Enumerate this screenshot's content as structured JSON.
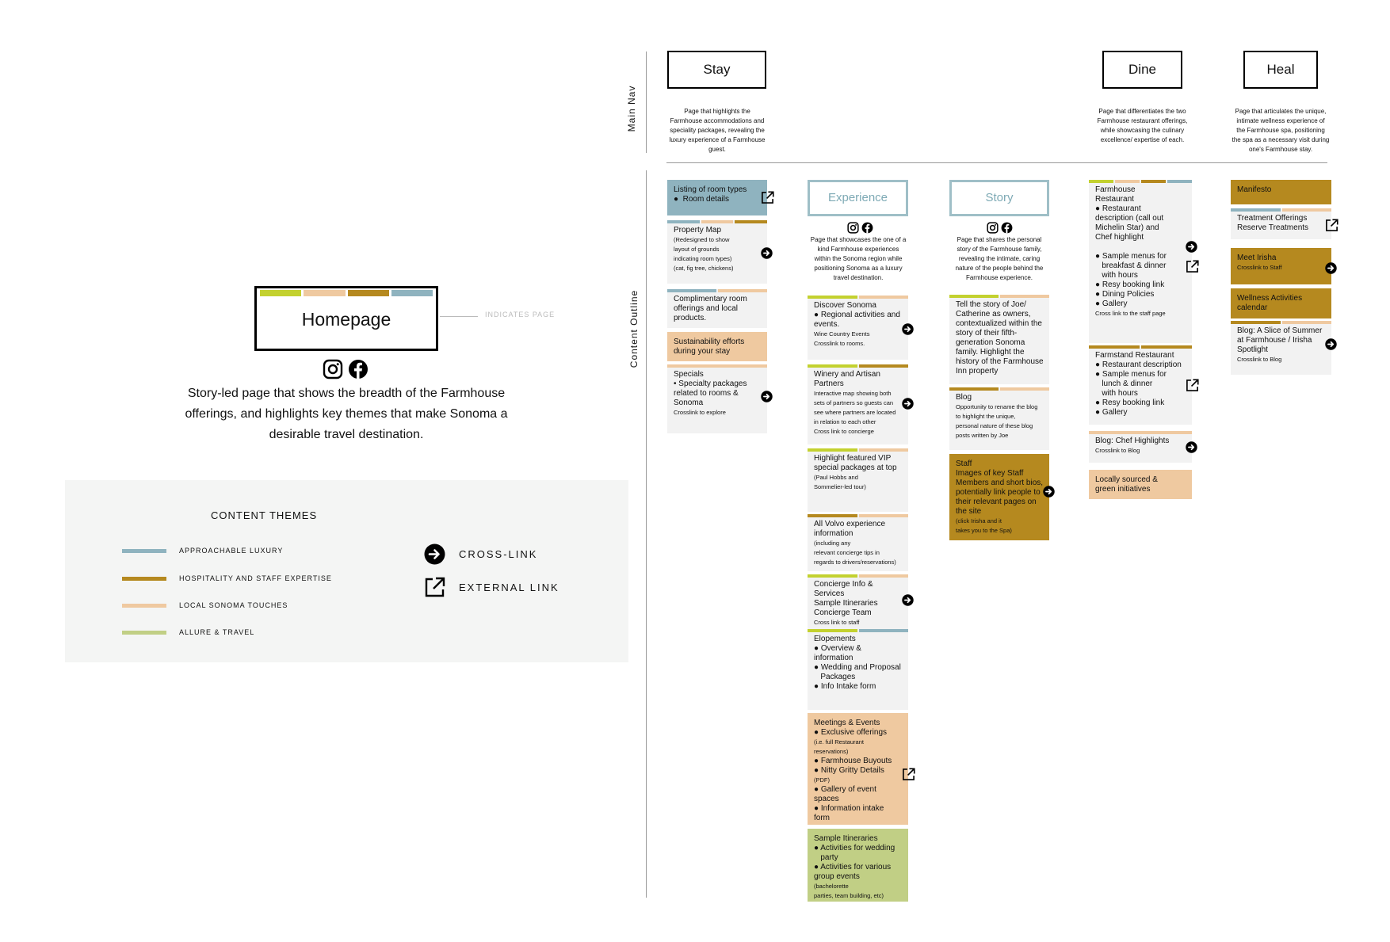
{
  "colors": {
    "approachable_luxury": "#8fb3bf",
    "hospitality": "#b5891f",
    "local_sonoma": "#efc9a0",
    "allure_travel": "#c1cf85",
    "lime": "#c3d12f"
  },
  "homepage": {
    "title": "Homepage",
    "indicates_label": "INDICATES PAGE",
    "description": "Story-led page that shows the breadth of the Farmhouse offerings, and highlights key themes that make Sonoma a desirable travel destination.",
    "icons": [
      "instagram-icon",
      "facebook-icon"
    ]
  },
  "themes": {
    "title": "CONTENT THEMES",
    "items": [
      {
        "label": "APPROACHABLE LUXURY",
        "color": "#8fb3bf"
      },
      {
        "label": "HOSPITALITY AND STAFF EXPERTISE",
        "color": "#b5891f"
      },
      {
        "label": "LOCAL SONOMA TOUCHES",
        "color": "#efc9a0"
      },
      {
        "label": "ALLURE & TRAVEL",
        "color": "#c1cf85"
      }
    ],
    "legend": [
      {
        "label": "CROSS-LINK",
        "icon": "arrow-right-circle-icon"
      },
      {
        "label": "EXTERNAL LINK",
        "icon": "external-link-icon"
      }
    ]
  },
  "labels": {
    "main_nav": "Main Nav",
    "content_outline": "Content Outline"
  },
  "nav": {
    "stay": {
      "title": "Stay",
      "desc": "Page that highlights the\nFarmhouse accommodations and\nspeciality packages, revealing the\nluxury experience of a Farmhouse\nguest."
    },
    "dine": {
      "title": "Dine",
      "desc": "Page that differentiates the two\nFarmhouse restaurant offerings,\nwhile showcasing the culinary\nexcellence/ expertise of each."
    },
    "heal": {
      "title": "Heal",
      "desc": "Page that articulates the unique,\nintimate wellness experience of\nthe Farmhouse spa, positioning\nthe spa as a necessary visit during\none's Farmhouse stay."
    }
  },
  "columns": {
    "experience": {
      "title": "Experience",
      "desc": "Page that showcases the one of a\nkind Farmhouse experiences\nwithin the Sonoma region while\npositioning Sonoma as a luxury\ntravel destination."
    },
    "story": {
      "title": "Story",
      "desc": "Page that shares the personal\nstory of the Farmhouse family,\nrevealing the intimate, caring\nnature of the people behind the\nFarmhouse experience."
    }
  },
  "cards": {
    "stay": [
      {
        "lines": [
          "Listing of room types",
          "●  Room details"
        ],
        "small": []
      },
      {
        "lines": [
          "Property Map"
        ],
        "small": [
          "(Redesigned to show",
          "layout of grounds",
          "indicating room types)",
          "(cat, fig tree, chickens)"
        ]
      },
      {
        "lines": [
          "Complimentary room",
          "offerings and local",
          "products."
        ],
        "small": []
      },
      {
        "lines": [
          "Sustainability efforts",
          "during your stay"
        ],
        "small": []
      },
      {
        "lines": [
          "Specials",
          "• Specialty packages",
          "related to rooms &",
          "Sonoma"
        ],
        "small": [
          "Crosslink to explore"
        ]
      }
    ],
    "experience": [
      {
        "lines": [
          "Discover Sonoma",
          "● Regional activities and",
          "events."
        ],
        "small": [
          "Wine Country Events",
          "Crosslink to rooms."
        ]
      },
      {
        "lines": [
          "Winery and Artisan",
          "Partners"
        ],
        "small": [
          "Interactive map showing both",
          "sets of partners so guests can",
          "see where partners are located",
          "in relation to each other",
          "Cross link to concierge"
        ]
      },
      {
        "lines": [
          "Highlight featured VIP",
          "special packages at top"
        ],
        "small": [
          "(Paul Hobbs and",
          "Sommelier-led tour)"
        ]
      },
      {
        "lines": [
          "All Volvo experience",
          "information"
        ],
        "small": [
          "(including any",
          "relevant concierge tips in",
          "regards to drivers/reservations)"
        ]
      },
      {
        "lines": [
          "Concierge Info &",
          "Services",
          "Sample Itineraries",
          "Concierge Team"
        ],
        "small": [
          "Cross link to staff"
        ]
      },
      {
        "lines": [
          "Elopements",
          "● Overview &",
          "information",
          "● Wedding and Proposal",
          "   Packages",
          "● Info Intake form"
        ],
        "small": []
      },
      {
        "lines": [
          "Meetings & Events",
          "● Exclusive offerings"
        ],
        "small": [
          "(i.e. full Restaurant",
          "reservations)"
        ],
        "lines2": [
          "● Farmhouse Buyouts",
          "● Nitty Gritty Details"
        ],
        "small2": [
          "(PDF)"
        ],
        "lines3": [
          "● Gallery of event",
          "spaces",
          "● Information intake",
          "form"
        ]
      },
      {
        "lines": [
          "Sample Itineraries",
          "● Activities for wedding",
          "   party",
          "● Activities for various",
          "group events"
        ],
        "small": [
          "(bachelorette",
          "parties, team building, etc)"
        ]
      }
    ],
    "story": [
      {
        "lines": [
          "Tell the story of Joe/",
          "Catherine as owners,",
          "contextualized within the",
          "story of their fifth-",
          "generation Sonoma",
          "family. Highlight the",
          "history of the Farmhouse",
          "Inn property"
        ],
        "small": []
      },
      {
        "lines": [
          "Blog"
        ],
        "small": [
          "Opportunity to rename the blog",
          "to highlight the unique,",
          "personal nature of these blog",
          "posts written by Joe"
        ]
      },
      {
        "lines": [
          "Staff",
          "Images of key Staff",
          "Members and short bios,",
          "potentially link people to",
          "their relevant pages on",
          "the site"
        ],
        "small": [
          "(click Irisha and it",
          "takes you to the Spa)"
        ]
      }
    ],
    "dine": [
      {
        "lines": [
          "Farmhouse",
          "Restaurant",
          "● Restaurant",
          "description (call out",
          "Michelin Star) and",
          "Chef highlight",
          "",
          "● Sample menus for",
          "   breakfast & dinner",
          "   with hours",
          "● Resy booking link",
          "● Dining Policies",
          "● Gallery"
        ],
        "small": [
          "Cross link to the staff page"
        ]
      },
      {
        "lines": [
          "Farmstand Restaurant",
          "● Restaurant description",
          "● Sample menus for",
          "   lunch & dinner",
          "   with hours",
          "● Resy booking link",
          "● Gallery"
        ],
        "small": []
      },
      {
        "lines": [
          "Blog: Chef Highlights"
        ],
        "small": [
          "Crosslink to Blog"
        ]
      },
      {
        "lines": [
          "Locally sourced &",
          "green initiatives"
        ],
        "small": []
      }
    ],
    "heal": [
      {
        "lines": [
          "Manifesto"
        ],
        "small": []
      },
      {
        "lines": [
          "Treatment Offerings",
          "Reserve Treatments"
        ],
        "small": []
      },
      {
        "lines": [
          "Meet Irisha"
        ],
        "small": [
          "Crosslink to Staff"
        ]
      },
      {
        "lines": [
          "Wellness Activities",
          "calendar"
        ],
        "small": []
      },
      {
        "lines": [
          "Blog: A Slice of Summer",
          "at Farmhouse / Irisha",
          "Spotlight"
        ],
        "small": [
          "Crosslink to Blog"
        ]
      }
    ]
  }
}
